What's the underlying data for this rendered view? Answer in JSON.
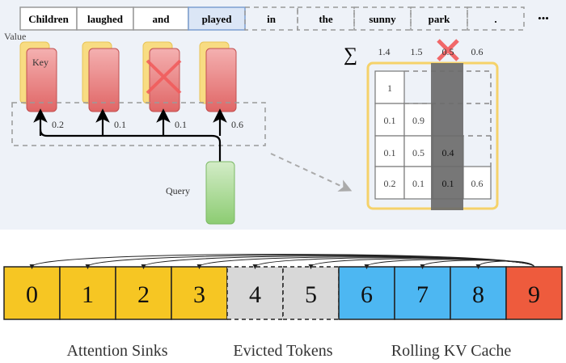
{
  "words": [
    {
      "text": "Children",
      "style": "solid"
    },
    {
      "text": "laughed",
      "style": "solid"
    },
    {
      "text": "and",
      "style": "solid"
    },
    {
      "text": "played",
      "style": "highlight"
    },
    {
      "text": "in",
      "style": "dashed"
    },
    {
      "text": "the",
      "style": "dashed"
    },
    {
      "text": "sunny",
      "style": "dashed"
    },
    {
      "text": "park",
      "style": "dashed"
    },
    {
      "text": ".",
      "style": "dashed"
    }
  ],
  "ellipsis": "•••",
  "value_label": "Value",
  "key_label": "Key",
  "query_label": "Query",
  "attention_scores": [
    "0.2",
    "0.1",
    "0.1",
    "0.6"
  ],
  "evicted_key_index": 2,
  "sum_symbol": "∑",
  "column_sums": [
    "1.4",
    "1.5",
    "0.5",
    "0.6"
  ],
  "evicted_column_index": 2,
  "matrix": [
    [
      "1",
      "",
      "",
      ""
    ],
    [
      "0.1",
      "0.9",
      "",
      ""
    ],
    [
      "0.1",
      "0.5",
      "0.4",
      ""
    ],
    [
      "0.2",
      "0.1",
      "0.1",
      "0.6"
    ]
  ],
  "tokens": [
    {
      "label": "0",
      "group": "sink"
    },
    {
      "label": "1",
      "group": "sink"
    },
    {
      "label": "2",
      "group": "sink"
    },
    {
      "label": "3",
      "group": "sink"
    },
    {
      "label": "4",
      "group": "evicted"
    },
    {
      "label": "5",
      "group": "evicted"
    },
    {
      "label": "6",
      "group": "rolling"
    },
    {
      "label": "7",
      "group": "rolling"
    },
    {
      "label": "8",
      "group": "rolling"
    },
    {
      "label": "9",
      "group": "current"
    }
  ],
  "group_labels": {
    "sink": "Attention Sinks",
    "evicted": "Evicted Tokens",
    "rolling": "Rolling KV Cache"
  },
  "colors": {
    "sink": "#f6c623",
    "evicted": "#d8d8d8",
    "rolling": "#4db7f2",
    "current": "#ee5b3d",
    "key": "#e98585",
    "value": "#f8dc82",
    "query": "#9dd38a",
    "cross": "#f25a5a",
    "highlight": "#dbe6f6"
  }
}
